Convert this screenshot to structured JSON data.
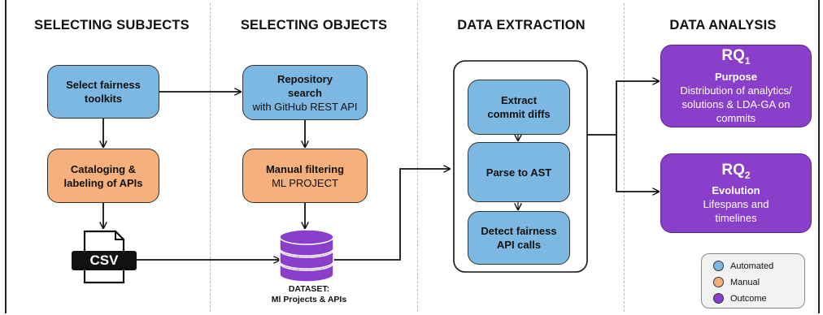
{
  "columns": {
    "subjects": "SELECTING SUBJECTS",
    "objects": "SELECTING OBJECTS",
    "extraction": "DATA EXTRACTION",
    "analysis": "DATA ANALYSIS"
  },
  "subjects": {
    "select_toolkits": "Select fairness toolkits",
    "cataloging": "Cataloging & labeling of APIs",
    "csv_label": "CSV"
  },
  "objects": {
    "repo_title": "Repository search",
    "repo_sub": "with GitHub REST API",
    "manual_title": "Manual filtering",
    "manual_sub": "ML PROJECT",
    "dataset_line1": "DATASET:",
    "dataset_line2": "Ml Projects & APIs"
  },
  "extraction": {
    "extract": "Extract commit diffs",
    "parse": "Parse to AST",
    "detect": "Detect fairness API calls"
  },
  "analysis": {
    "rq1_prefix": "RQ",
    "rq1_num": "1",
    "rq1_title": "Purpose",
    "rq1_desc": "Distribution of analytics/ solutions & LDA-GA on commits",
    "rq2_prefix": "RQ",
    "rq2_num": "2",
    "rq2_title": "Evolution",
    "rq2_desc": "Lifespans and timelines"
  },
  "legend": {
    "automated": "Automated",
    "manual": "Manual",
    "outcome": "Outcome"
  },
  "colors": {
    "automated": "#7db8e3",
    "manual": "#f5b07b",
    "outcome": "#8a3fcb"
  }
}
